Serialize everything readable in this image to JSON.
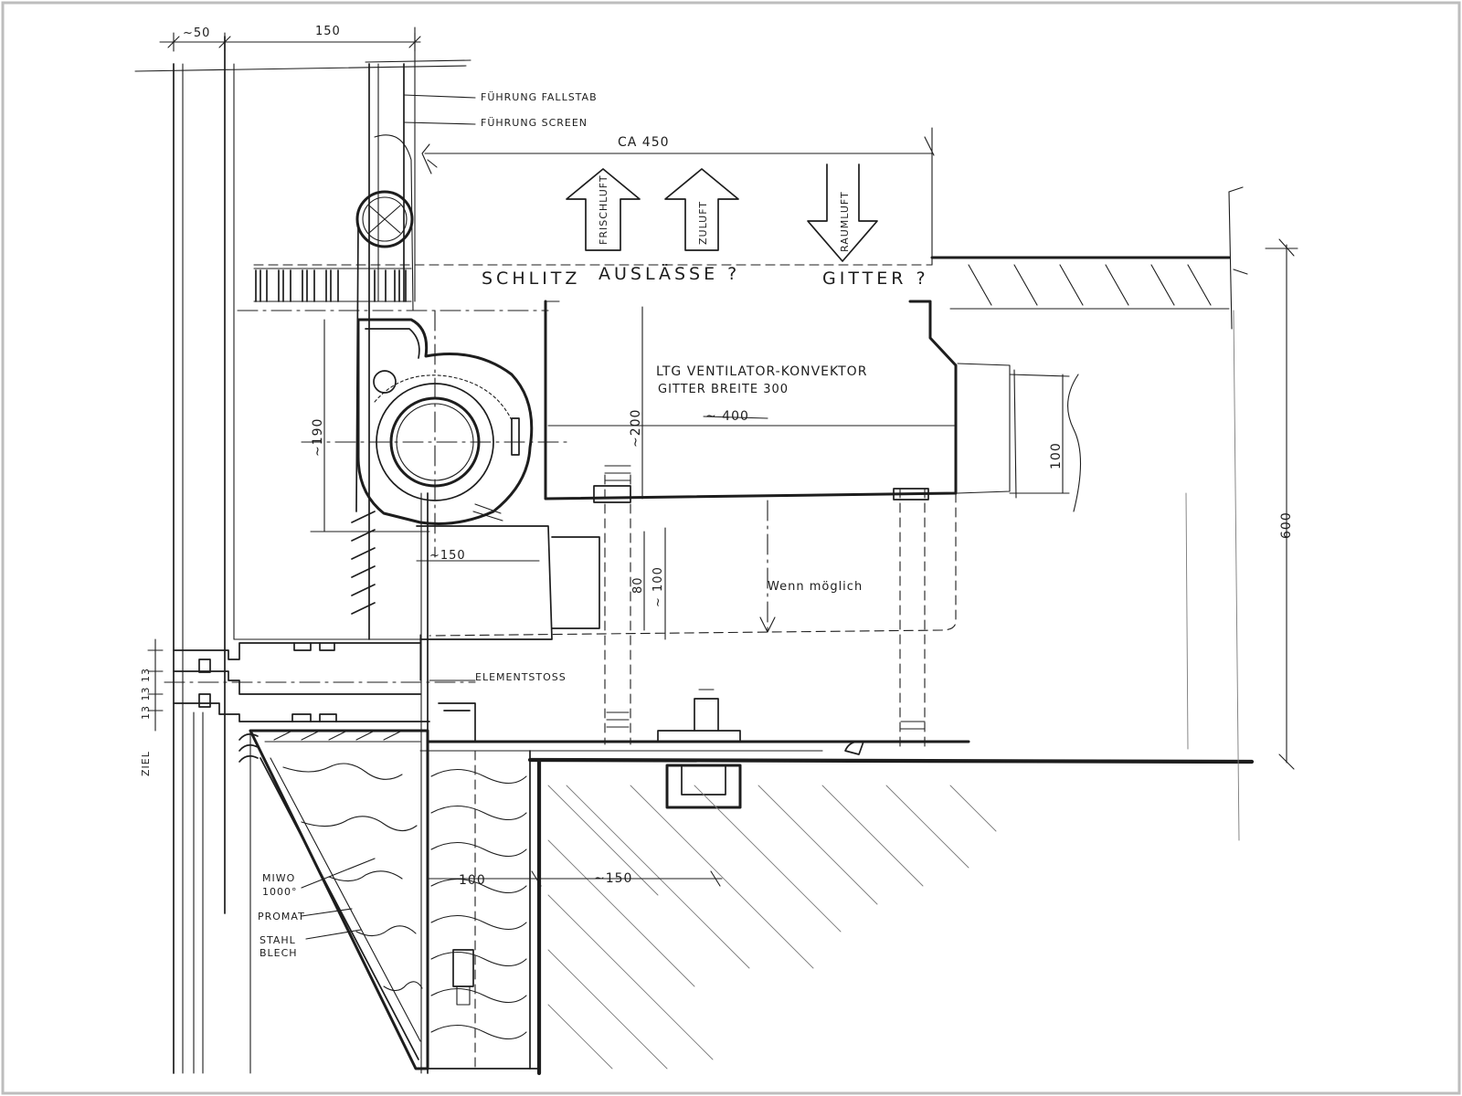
{
  "drawing": {
    "dimensions": {
      "top_left": "~50",
      "top_mid": "150",
      "ca_450": "CA 450",
      "fan_height": "~190",
      "box_height": "~200",
      "width_400": "~ 400",
      "duct_100": "100",
      "width_150_lower": "~150",
      "dim_80": "80",
      "dim_100_v": "~ 100",
      "total_600": "600",
      "slab_100": "100",
      "slab_150": "~150",
      "profile_stack": "13 13 13",
      "ziel": "ZIEL"
    },
    "labels": {
      "fuehrung_fallstab": "FÜHRUNG FALLSTAB",
      "fuehrung_screen": "FÜHRUNG SCREEN",
      "frischluft": "FRISCHLUFT",
      "zuluft": "ZULUFT",
      "raumluft": "RAUMLUFT",
      "schlitz": "SCHLITZ",
      "auslaesse": "AUSLÄSSE ?",
      "gitter": "GITTER ?",
      "ltg_line1": "LTG VENTILATOR-KONVEKTOR",
      "ltg_line2": "GITTER BREITE 300",
      "wenn_moeglich": "Wenn möglich",
      "elementstoss": "ELEMENTSTOSS",
      "miwo_1": "MIWO",
      "miwo_2": "1000°",
      "promat": "PROMAT",
      "stahl": "STAHL",
      "blech": "BLECH"
    }
  }
}
